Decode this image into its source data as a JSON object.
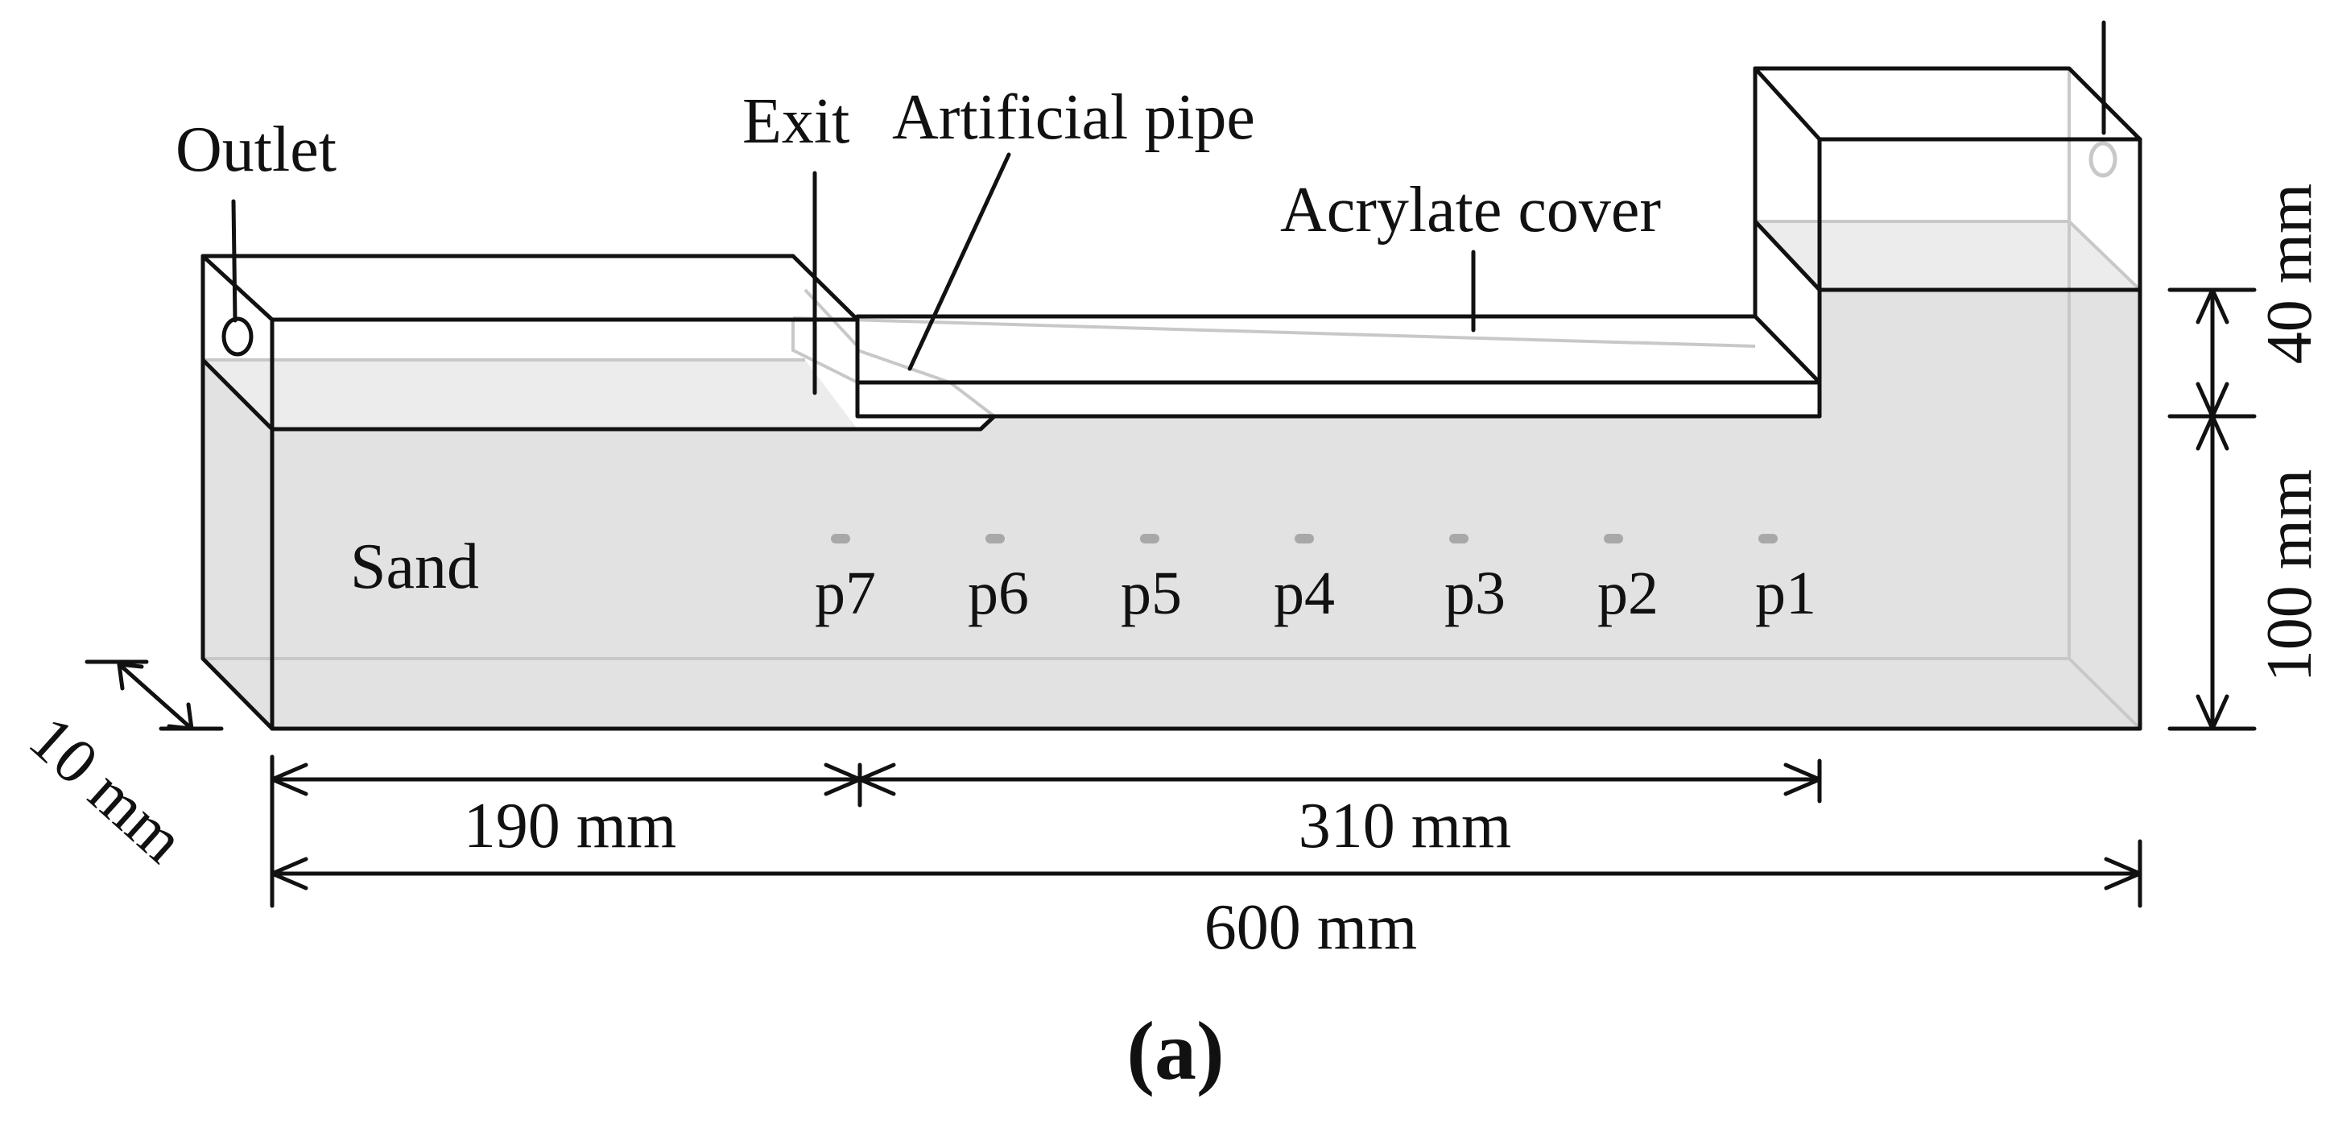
{
  "colors": {
    "ink": "#111111",
    "sand": "#e2e2e2",
    "hidden_edge": "#c8c8c8",
    "sensor": "#a8a8a8",
    "background": "#ffffff"
  },
  "labels": {
    "outlet": "Outlet",
    "exit": "Exit",
    "artificial_pipe": "Artificial pipe",
    "acrylate_cover": "Acrylate cover",
    "sand": "Sand",
    "panel": "(a)"
  },
  "sensors": [
    "p7",
    "p6",
    "p5",
    "p4",
    "p3",
    "p2",
    "p1"
  ],
  "dimensions": {
    "depth": "10 mm",
    "left_section": "190 mm",
    "middle_section": "310 mm",
    "total_length": "600 mm",
    "water_head": "40 mm",
    "sand_height": "100 mm"
  }
}
